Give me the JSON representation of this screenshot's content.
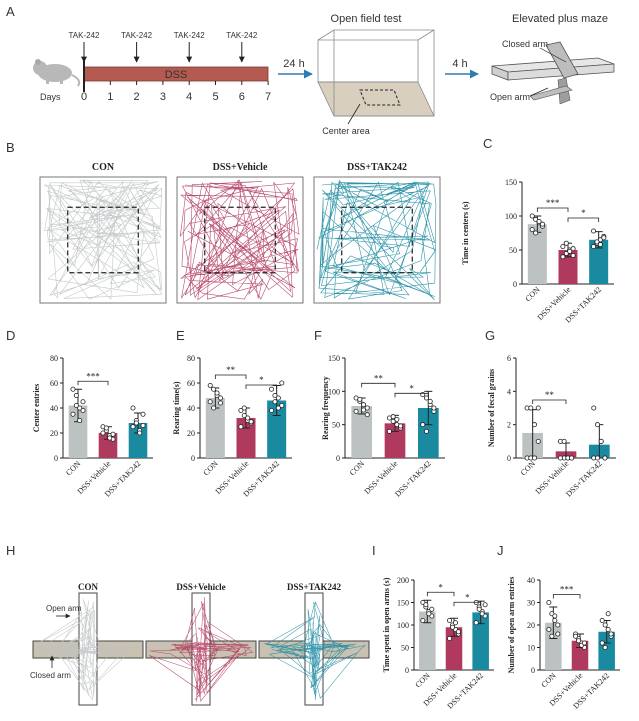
{
  "colors": {
    "con": "#bcc2c2",
    "veh": "#b03a5e",
    "tak": "#1a8aa0",
    "dss_bar": "#b45a50",
    "floor": "#d8cfbe"
  },
  "panel_labels": [
    "A",
    "B",
    "C",
    "D",
    "E",
    "F",
    "G",
    "H",
    "I",
    "J"
  ],
  "panelA": {
    "drug_label": "TAK-242",
    "dss_label": "DSS",
    "days_label": "Days",
    "days": [
      "0",
      "1",
      "2",
      "3",
      "4",
      "5",
      "6",
      "7"
    ],
    "arrow1": "24 h",
    "arrow2": "4 h",
    "open_field_title": "Open field test",
    "center_area": "Center area",
    "epm_title": "Elevated plus maze",
    "closed_arm": "Closed arm",
    "open_arm": "Open arm"
  },
  "panelB": {
    "titles": [
      "CON",
      "DSS+Vehicle",
      "DSS+TAK242"
    ]
  },
  "panelH": {
    "titles": [
      "CON",
      "DSS+Vehicle",
      "DSS+TAK242"
    ],
    "open_arm": "Open arm",
    "closed_arm": "Closed arm"
  },
  "groups": [
    "CON",
    "DSS+Vehicle",
    "DSS+TAK242"
  ],
  "chart_data": [
    {
      "panel": "C",
      "type": "bar",
      "ylabel": "Time in centers (s)",
      "ylim": [
        0,
        150
      ],
      "yticks": [
        "0",
        "50",
        "100",
        "150"
      ],
      "values": [
        88,
        50,
        65
      ],
      "errors": [
        12,
        10,
        12
      ],
      "points": [
        [
          100,
          95,
          90,
          85,
          80,
          75,
          92,
          88
        ],
        [
          40,
          45,
          50,
          52,
          55,
          60,
          48,
          42
        ],
        [
          55,
          60,
          65,
          70,
          78,
          62,
          58,
          68
        ]
      ],
      "sig": [
        {
          "a": 0,
          "b": 1,
          "t": "***"
        },
        {
          "a": 1,
          "b": 2,
          "t": "*"
        }
      ]
    },
    {
      "panel": "D",
      "type": "bar",
      "ylabel": "Center entries",
      "ylim": [
        0,
        80
      ],
      "yticks": [
        "0",
        "20",
        "40",
        "60",
        "80"
      ],
      "values": [
        42,
        20,
        28
      ],
      "errors": [
        13,
        5,
        8
      ],
      "points": [
        [
          55,
          50,
          40,
          38,
          35,
          42,
          30,
          45
        ],
        [
          25,
          22,
          18,
          15,
          20,
          24,
          16,
          19
        ],
        [
          25,
          30,
          22,
          35,
          40,
          28,
          20,
          26
        ]
      ],
      "sig": [
        {
          "a": 0,
          "b": 1,
          "t": "***"
        }
      ]
    },
    {
      "panel": "E",
      "type": "bar",
      "ylabel": "Rearing time(s)",
      "ylim": [
        0,
        80
      ],
      "yticks": [
        "0",
        "20",
        "40",
        "60",
        "80"
      ],
      "values": [
        48,
        32,
        46
      ],
      "errors": [
        8,
        8,
        12
      ],
      "points": [
        [
          58,
          55,
          50,
          48,
          45,
          40,
          52,
          44
        ],
        [
          38,
          34,
          30,
          28,
          25,
          40,
          32,
          29
        ],
        [
          55,
          50,
          40,
          60,
          38,
          45,
          48,
          42
        ]
      ],
      "sig": [
        {
          "a": 0,
          "b": 1,
          "t": "**"
        },
        {
          "a": 1,
          "b": 2,
          "t": "*"
        }
      ]
    },
    {
      "panel": "F",
      "type": "bar",
      "ylabel": "Rearing frequency",
      "ylim": [
        0,
        150
      ],
      "yticks": [
        "0",
        "50",
        "100",
        "150"
      ],
      "values": [
        78,
        52,
        75
      ],
      "errors": [
        12,
        12,
        25
      ],
      "points": [
        [
          90,
          85,
          80,
          75,
          70,
          88,
          72,
          65
        ],
        [
          60,
          55,
          50,
          45,
          40,
          62,
          58,
          48
        ],
        [
          95,
          90,
          80,
          70,
          50,
          40,
          85,
          75
        ]
      ],
      "sig": [
        {
          "a": 0,
          "b": 1,
          "t": "**"
        },
        {
          "a": 1,
          "b": 2,
          "t": "*"
        }
      ]
    },
    {
      "panel": "G",
      "type": "bar",
      "ylabel": "Number of fecal grains",
      "ylim": [
        0,
        6
      ],
      "yticks": [
        "0",
        "2",
        "4",
        "6"
      ],
      "values": [
        1.5,
        0.4,
        0.8
      ],
      "errors": [
        1.4,
        0.5,
        1.2
      ],
      "points": [
        [
          3,
          3,
          2,
          1,
          0,
          0,
          0,
          3
        ],
        [
          1,
          0,
          0,
          0,
          0,
          1,
          0,
          0
        ],
        [
          3,
          2,
          1,
          0,
          0,
          0,
          1,
          0
        ]
      ],
      "sig": [
        {
          "a": 0,
          "b": 1,
          "t": "**"
        }
      ]
    },
    {
      "panel": "I",
      "type": "bar",
      "ylabel": "Time spent in open arms (s)",
      "ylim": [
        0,
        200
      ],
      "yticks": [
        "0",
        "50",
        "100",
        "150",
        "200"
      ],
      "values": [
        130,
        95,
        128
      ],
      "errors": [
        25,
        20,
        25
      ],
      "points": [
        [
          150,
          140,
          130,
          120,
          110,
          145,
          125,
          135
        ],
        [
          110,
          100,
          90,
          80,
          70,
          95,
          105,
          85
        ],
        [
          150,
          140,
          130,
          120,
          105,
          135,
          125,
          145
        ]
      ],
      "sig": [
        {
          "a": 0,
          "b": 1,
          "t": "*"
        },
        {
          "a": 1,
          "b": 2,
          "t": "*"
        }
      ]
    },
    {
      "panel": "J",
      "type": "bar",
      "ylabel": "Number of open arm entries",
      "ylim": [
        0,
        40
      ],
      "yticks": [
        "0",
        "10",
        "20",
        "30",
        "40"
      ],
      "values": [
        21,
        13,
        17
      ],
      "errors": [
        7,
        3,
        5
      ],
      "points": [
        [
          30,
          25,
          22,
          20,
          18,
          15,
          24,
          16
        ],
        [
          16,
          14,
          12,
          10,
          15,
          13,
          11,
          12
        ],
        [
          22,
          20,
          18,
          15,
          12,
          10,
          25,
          16
        ]
      ],
      "sig": [
        {
          "a": 0,
          "b": 1,
          "t": "***"
        }
      ]
    }
  ]
}
